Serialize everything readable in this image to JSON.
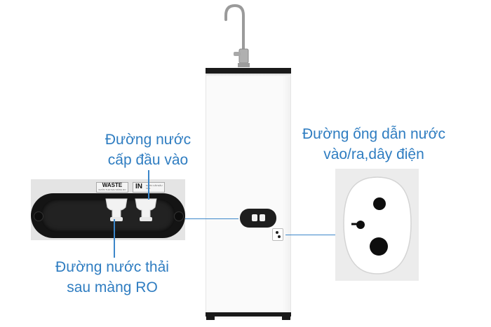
{
  "labels": {
    "inlet": [
      "Đường nước",
      "cấp đầu vào"
    ],
    "waste": [
      "Đường nước thải",
      "sau màng RO"
    ],
    "ports": [
      "Đường ống dẫn nước",
      "vào/ra,dây điện"
    ]
  },
  "connector_tags": {
    "waste": "WASTE",
    "waste_sub": "NƯỚC THẢI SAU MÀNG RO",
    "in": "IN",
    "in_sub": "NƯỚC CẤP ĐẦU VÀO"
  },
  "colors": {
    "label": "#2f7dc1",
    "leader": "#3b86c9",
    "cabinet_trim": "#1a1a1a"
  }
}
